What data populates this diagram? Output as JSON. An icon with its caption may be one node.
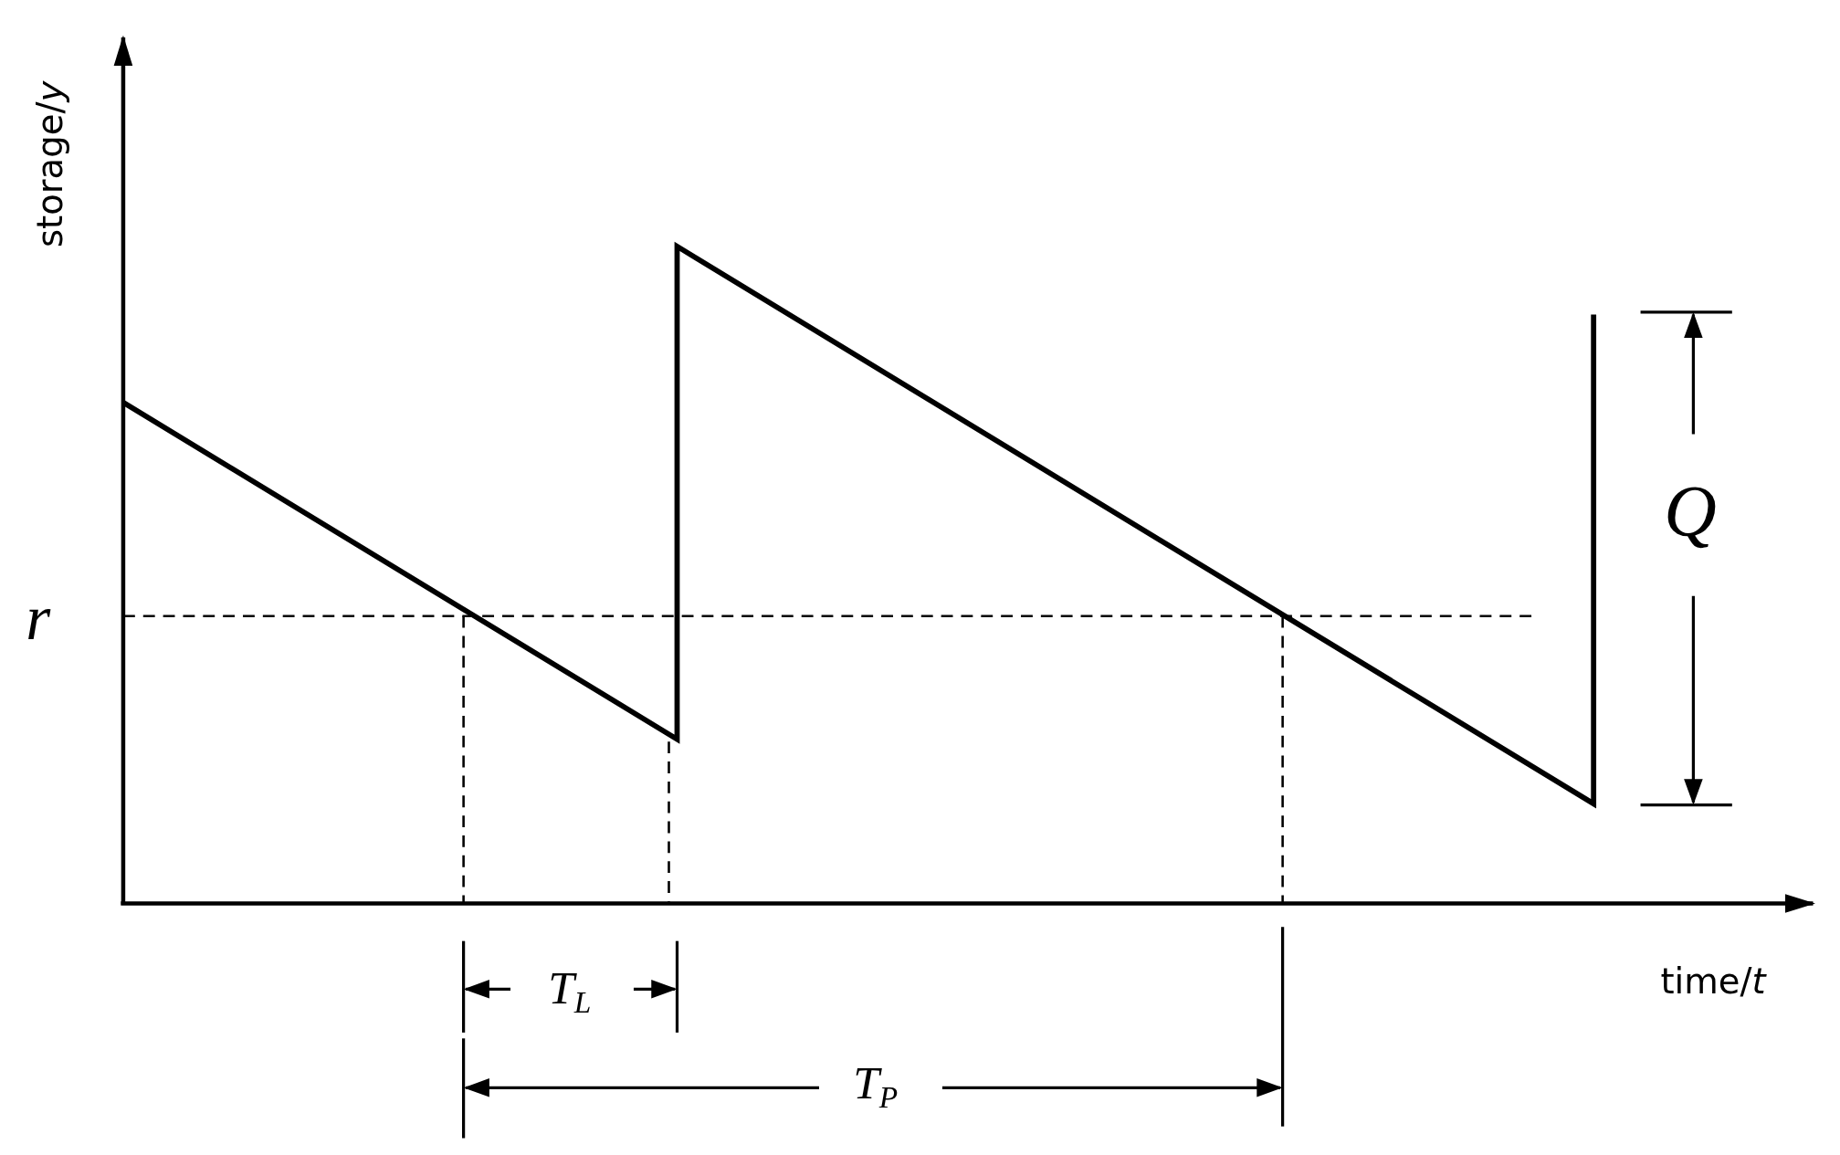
{
  "diagram": {
    "labels": [
      "storage/*y*",
      "r",
      "Q",
      "time/*t*",
      "T$_{L}$",
      "T$_{P}$"
    ]
  }
}
